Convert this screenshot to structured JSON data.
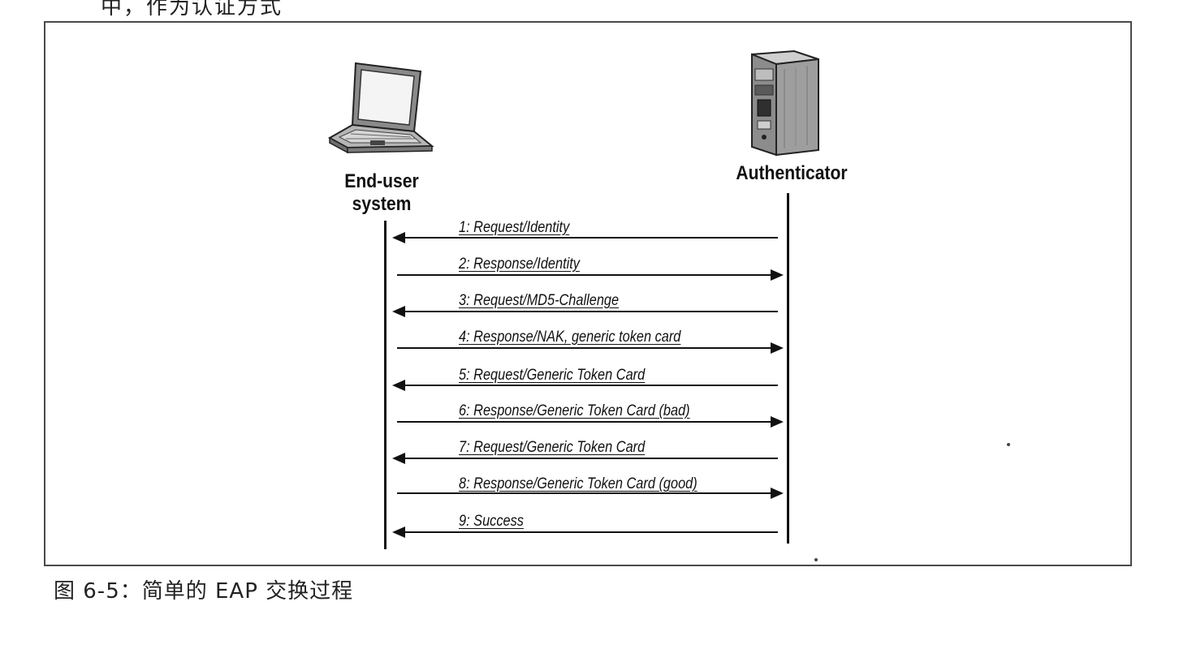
{
  "page": {
    "top_fragment": "中，作为认证方式",
    "caption": "图 6-5：简单的 EAP 交换过程"
  },
  "diagram": {
    "actors": {
      "end_user": {
        "label_line1": "End-user",
        "label_line2": "system",
        "icon": "laptop-icon"
      },
      "authenticator": {
        "label": "Authenticator",
        "icon": "server-icon"
      }
    },
    "messages": [
      {
        "label": "1: Request/Identity",
        "direction": "to-end-user"
      },
      {
        "label": "2: Response/Identity",
        "direction": "to-authenticator"
      },
      {
        "label": "3: Request/MD5-Challenge",
        "direction": "to-end-user"
      },
      {
        "label": "4: Response/NAK, generic token card",
        "direction": "to-authenticator"
      },
      {
        "label": "5: Request/Generic Token Card",
        "direction": "to-end-user"
      },
      {
        "label": "6: Response/Generic Token Card (bad)",
        "direction": "to-authenticator"
      },
      {
        "label": "7: Request/Generic Token Card",
        "direction": "to-end-user"
      },
      {
        "label": "8: Response/Generic Token Card (good)",
        "direction": "to-authenticator"
      },
      {
        "label": "9: Success",
        "direction": "to-end-user"
      }
    ]
  }
}
